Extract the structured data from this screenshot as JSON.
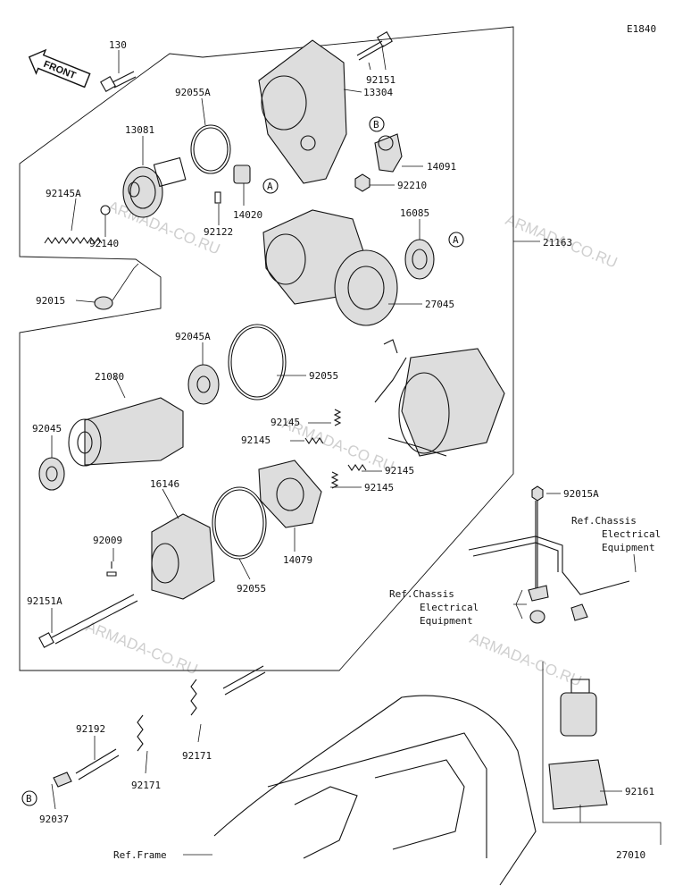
{
  "diagram_code": "E1840",
  "front_label": "FRONT",
  "watermark": "ARMADA-CO.RU",
  "callouts": {
    "c130": "130",
    "c92151": "92151",
    "c92055A": "92055A",
    "c13304": "13304",
    "c13081": "13081",
    "cB_top": "B",
    "c14091": "14091",
    "c92210": "92210",
    "c92145A": "92145A",
    "cA_1": "A",
    "c14020": "14020",
    "c92122": "92122",
    "c16085": "16085",
    "cA_2": "A",
    "c92140": "92140",
    "c21163": "21163",
    "c92015": "92015",
    "c27045": "27045",
    "c92045A": "92045A",
    "c21080": "21080",
    "c92055_1": "92055",
    "c92045": "92045",
    "c92145_1": "92145",
    "c92145_2": "92145",
    "c92145_3": "92145",
    "c92145_4": "92145",
    "c16146": "16146",
    "c92015A": "92015A",
    "c92009": "92009",
    "c14079": "14079",
    "c92055_2": "92055",
    "c92151A": "92151A",
    "c92192": "92192",
    "c92171_1": "92171",
    "c92171_2": "92171",
    "cB_bottom": "B",
    "c92037": "92037",
    "c92161": "92161",
    "c27010": "27010"
  },
  "refs": {
    "ref1_line1": "Ref.Chassis",
    "ref1_line2": "Electrical",
    "ref1_line3": "Equipment",
    "ref2_line1": "Ref.Chassis",
    "ref2_line2": "Electrical",
    "ref2_line3": "Equipment",
    "ref_frame": "Ref.Frame"
  }
}
